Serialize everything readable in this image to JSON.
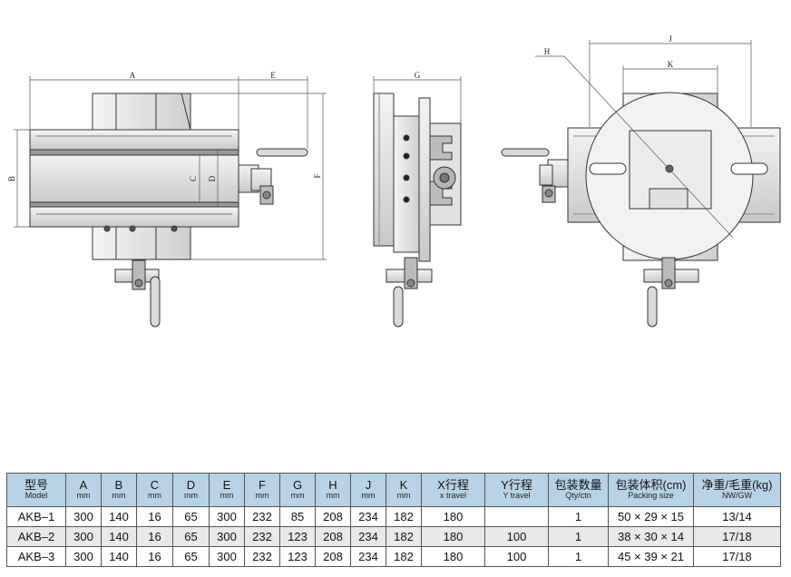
{
  "dimension_labels": {
    "A": "A",
    "B": "B",
    "C": "C",
    "D": "D",
    "E": "E",
    "F": "F",
    "G": "G",
    "H": "H",
    "J": "J",
    "K": "K"
  },
  "table": {
    "headers": [
      {
        "main": "型号",
        "sub": "Model"
      },
      {
        "main": "A",
        "sub": "mm"
      },
      {
        "main": "B",
        "sub": "mm"
      },
      {
        "main": "C",
        "sub": "mm"
      },
      {
        "main": "D",
        "sub": "mm"
      },
      {
        "main": "E",
        "sub": "mm"
      },
      {
        "main": "F",
        "sub": "mm"
      },
      {
        "main": "G",
        "sub": "mm"
      },
      {
        "main": "H",
        "sub": "mm"
      },
      {
        "main": "J",
        "sub": "mm"
      },
      {
        "main": "K",
        "sub": "mm"
      },
      {
        "main": "X行程",
        "sub": "x travel"
      },
      {
        "main": "Y行程",
        "sub": "Y travel"
      },
      {
        "main": "包装数量",
        "sub": "Qty/ctn"
      },
      {
        "main": "包装体积(cm)",
        "sub": "Packing size"
      },
      {
        "main": "净重/毛重(kg)",
        "sub": "NW/GW"
      }
    ],
    "rows": [
      [
        "AKB–1",
        "300",
        "140",
        "16",
        "65",
        "300",
        "232",
        "85",
        "208",
        "234",
        "182",
        "180",
        "",
        "1",
        "50 × 29 × 15",
        "13/14"
      ],
      [
        "AKB–2",
        "300",
        "140",
        "16",
        "65",
        "300",
        "232",
        "123",
        "208",
        "234",
        "182",
        "180",
        "100",
        "1",
        "38 × 30 × 14",
        "17/18"
      ],
      [
        "AKB–3",
        "300",
        "140",
        "16",
        "65",
        "300",
        "232",
        "123",
        "208",
        "234",
        "182",
        "180",
        "100",
        "1",
        "45 × 39 × 21",
        "17/18"
      ]
    ]
  }
}
